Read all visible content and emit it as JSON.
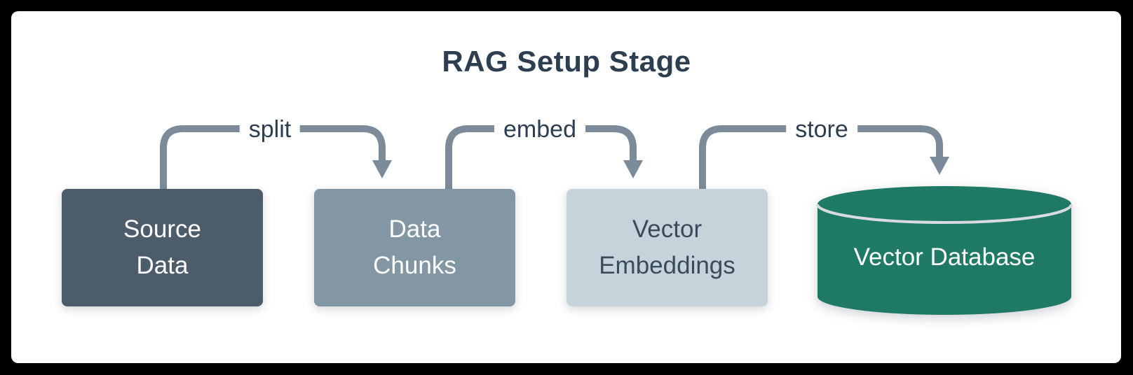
{
  "title": "RAG Setup Stage",
  "nodes": {
    "source_data": {
      "line1": "Source",
      "line2": "Data"
    },
    "data_chunks": {
      "line1": "Data",
      "line2": "Chunks"
    },
    "vector_embeddings": {
      "line1": "Vector",
      "line2": "Embeddings"
    },
    "vector_database": {
      "label": "Vector Database"
    }
  },
  "edges": {
    "split": {
      "label": "split"
    },
    "embed": {
      "label": "embed"
    },
    "store": {
      "label": "store"
    }
  },
  "colors": {
    "frame_background": "#000000",
    "panel_background": "#ffffff",
    "title_text": "#2c3e50",
    "source_data_fill": "#4c5c6a",
    "data_chunks_fill": "#8396a4",
    "vector_embeddings_fill": "#c6d3db",
    "vector_embeddings_text": "#3a4b5c",
    "vector_database_fill": "#1e7a64",
    "cylinder_rim": "#d8dcdf",
    "arrow": "#7b8b99",
    "edge_label_text": "#2c3e50",
    "box_text": "#ffffff"
  }
}
